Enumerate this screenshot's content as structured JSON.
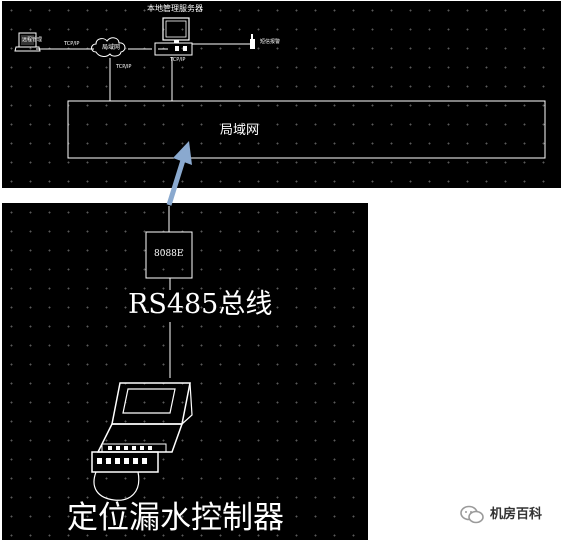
{
  "top": {
    "server_label": "本地管理服务器",
    "client_label": "远程管理",
    "cloud_label": "局域网",
    "protocol_left": "TCP/IP",
    "protocol_mid": "TCP/IP",
    "protocol_server": "TCP/IP",
    "sms_label": "短信报警",
    "lan_box_label": "局域网"
  },
  "bottom": {
    "converter_label": "8088E",
    "bus_label": "RS485总线",
    "controller_label": "定位漏水控制器"
  },
  "watermark": {
    "text": "机房百科"
  },
  "colors": {
    "arrow": "#8aa9cf",
    "background": "#000000",
    "lines": "#ffffff"
  }
}
